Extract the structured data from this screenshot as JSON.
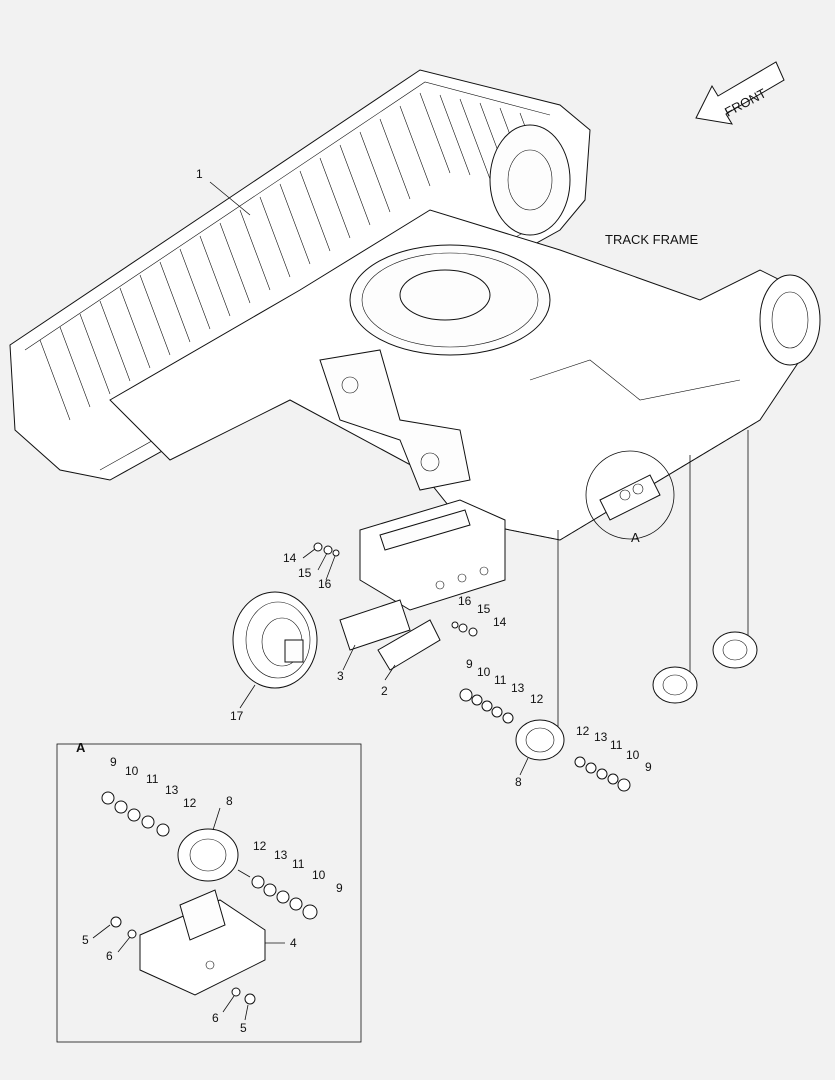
{
  "diagram": {
    "title": "TRACK FRAME",
    "direction_label": "FRONT",
    "detail_callout": "A",
    "detail_box_label": "A",
    "callouts_main": {
      "c1": "1",
      "c2": "2",
      "c3": "3",
      "c17": "17",
      "c8": "8",
      "c14a": "14",
      "c15a": "15",
      "c16a": "16",
      "c16b": "16",
      "c15b": "15",
      "c14b": "14",
      "c9a": "9",
      "c10a": "10",
      "c11a": "11",
      "c13a": "13",
      "c12a": "12",
      "c12b": "12",
      "c13b": "13",
      "c11b": "11",
      "c10b": "10",
      "c9b": "9"
    },
    "callouts_detail": {
      "d9a": "9",
      "d10a": "10",
      "d11a": "11",
      "d13a": "13",
      "d12a": "12",
      "d8": "8",
      "d12b": "12",
      "d13b": "13",
      "d11b": "11",
      "d10b": "10",
      "d9b": "9",
      "d5a": "5",
      "d6a": "6",
      "d4": "4",
      "d6b": "6",
      "d5b": "5"
    }
  }
}
